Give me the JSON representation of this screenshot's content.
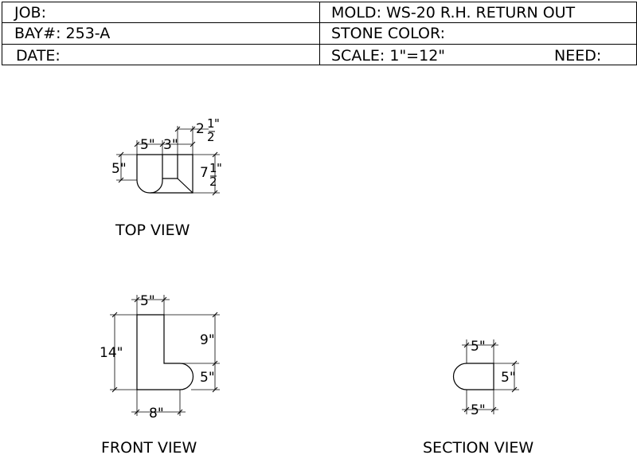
{
  "title_block": {
    "job": "JOB:",
    "bay": "BAY#: 253-A",
    "date": "DATE:",
    "mold": "MOLD: WS-20 R.H. RETURN OUT",
    "stone_color": "STONE COLOR:",
    "scale": "SCALE: 1\"=12\"",
    "need": "NEED:"
  },
  "views": {
    "top": {
      "label": "TOP VIEW",
      "dims": {
        "w5": "5\"",
        "w3": "3\"",
        "h5": "5\"",
        "r2_whole": "2",
        "r2_num": "1",
        "r2_den": "2",
        "r2_in": "\"",
        "r7_whole": "7",
        "r7_num": "1",
        "r7_den": "2",
        "r7_in": "\""
      }
    },
    "front": {
      "label": "FRONT VIEW",
      "dims": {
        "top5": "5\"",
        "h14": "14\"",
        "d9": "9\"",
        "d5": "5\"",
        "b8": "8\""
      }
    },
    "section": {
      "label": "SECTION VIEW",
      "dims": {
        "top5": "5\"",
        "right5": "5\"",
        "bot5": "5\""
      }
    }
  }
}
